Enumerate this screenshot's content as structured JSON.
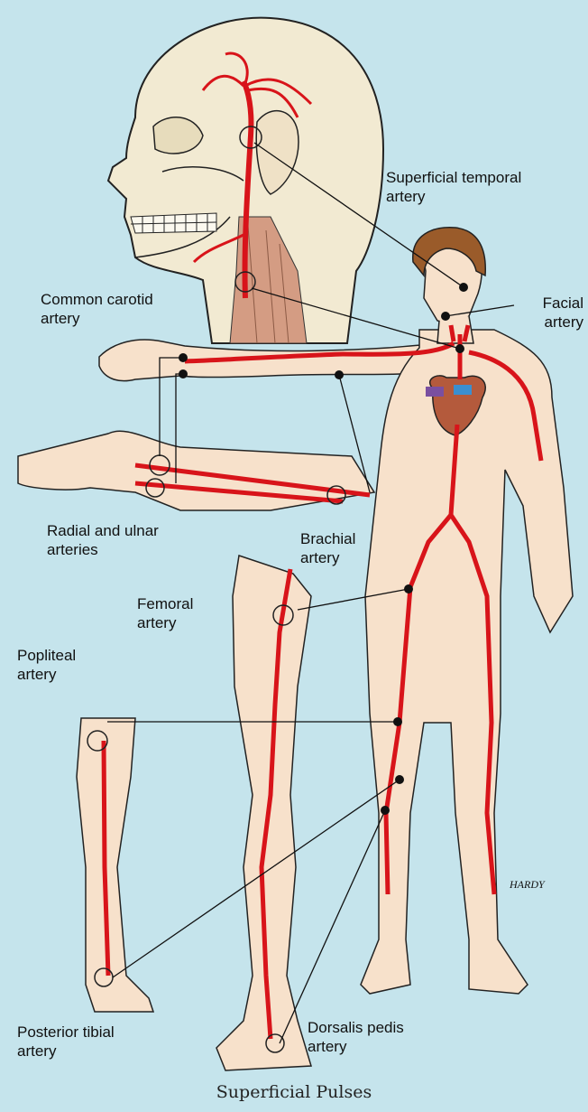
{
  "labels": {
    "superficial_temporal": [
      "Superficial temporal",
      "artery"
    ],
    "facial": [
      "Facial",
      "artery"
    ],
    "common_carotid": [
      "Common carotid",
      "artery"
    ],
    "radial_ulnar": [
      "Radial and ulnar",
      "arteries"
    ],
    "brachial": [
      "Brachial",
      "artery"
    ],
    "femoral": [
      "Femoral",
      "artery"
    ],
    "popliteal": [
      "Popliteal",
      "artery"
    ],
    "posterior_tibial": [
      "Posterior tibial",
      "artery"
    ],
    "dorsalis_pedis": [
      "Dorsalis pedis",
      "artery"
    ]
  },
  "signature": "HARDY",
  "caption": "Superficial Pulses",
  "colors": {
    "background": "#c5e4ec",
    "skin": "#f7e1cb",
    "artery": "#d8141a",
    "hair": "#9a5b2a",
    "heart": "#b45a3c",
    "vein_purple": "#7a4fa0",
    "vein_blue": "#3a8fd0",
    "bone": "#f5f2e4"
  }
}
